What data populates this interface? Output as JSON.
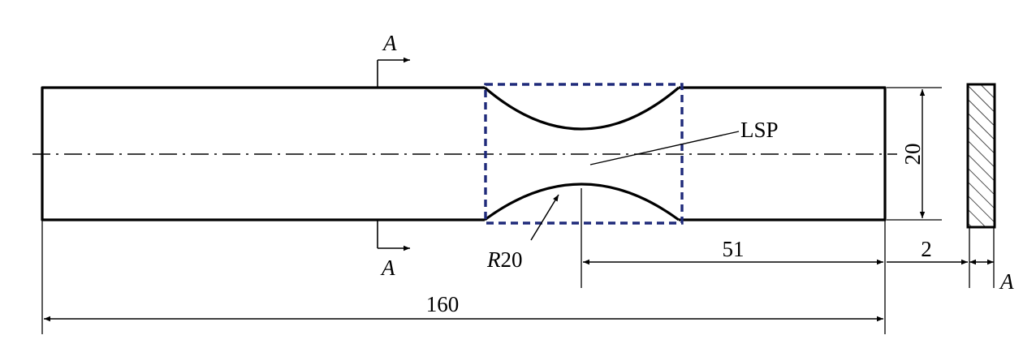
{
  "labels": {
    "section_top": "A",
    "section_bottom": "A",
    "section_view": "A",
    "laser_zone": "LSP",
    "radius_prefix": "R",
    "radius_value": "20",
    "width_dim": "20",
    "total_length_dim": "160",
    "half_length_dim": "51",
    "thickness_dim": "2"
  },
  "colors": {
    "outline": "#000000",
    "lsp_region": "#1f2a7a",
    "background": "#ffffff"
  }
}
